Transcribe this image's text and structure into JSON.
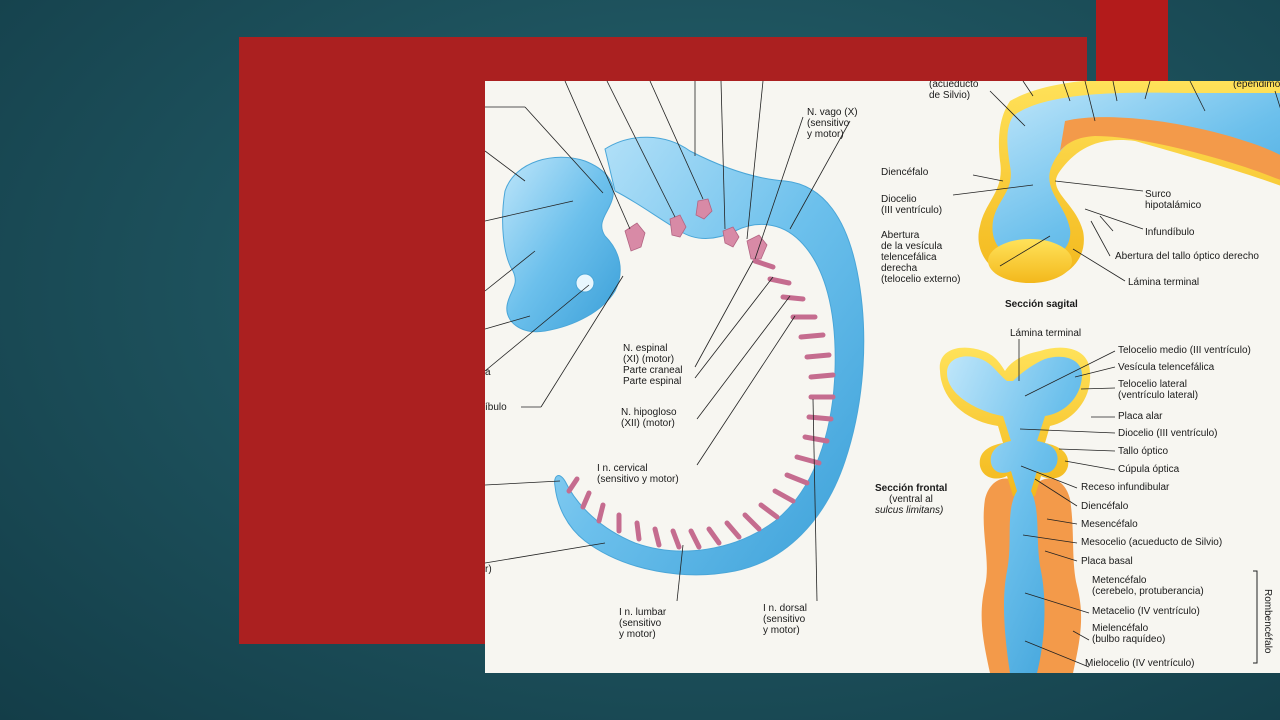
{
  "slide": {
    "accent_color": "#b31b1b"
  },
  "figure": {
    "labels": {
      "acueducto": "(acueducto\nde Silvio)",
      "ependimo": "(epéndimo)",
      "n_vago": "N. vago (X)\n(sensitivo\ny motor)",
      "diencefalo_top": "Diencéfalo",
      "diocelio_top": "Diocelio\n(III ventrículo)",
      "surco": "Surco\nhipotalámico",
      "infundibulo": "Infundíbulo",
      "abertura_vesicula": "Abertura\nde la vesícula\ntelencefálica\nderecha\n(telocelio externo)",
      "abertura_tallo": "Abertura del tallo óptico derecho",
      "lamina_top": "Lámina terminal",
      "seccion_sagital": "Sección sagital",
      "lamina_mid": "Lámina terminal",
      "telocelio_medio": "Telocelio medio (III ventrículo)",
      "vesicula_tel": "Vesícula telencefálica",
      "telocelio_lateral": "Telocelio lateral\n(ventrículo lateral)",
      "placa_alar": "Placa alar",
      "diocelio_mid": "Diocelio (III ventrículo)",
      "tallo_optico": "Tallo óptico",
      "cupula_optica": "Cúpula óptica",
      "receso": "Receso infundibular",
      "diencefalo_mid": "Diencéfalo",
      "mesencefalo": "Mesencéfalo",
      "mesocelio": "Mesocelio (acueducto de Silvio)",
      "placa_basal": "Placa basal",
      "metencefalo": "Metencéfalo\n(cerebelo, protuberancia)",
      "metacelio": "Metacelio (IV ventrículo)",
      "mielencefalo": "Mielencéfalo\n(bulbo raquídeo)",
      "mielocelio": "Mielocelio (IV ventrículo)",
      "rombencefalo": "Rombencéfalo",
      "seccion_frontal": "Sección frontal",
      "ventral_al": "(ventral al",
      "sulcus": "sulcus limitans)",
      "n_espinal": "N. espinal\n(XI) (motor)\nParte craneal\nParte espinal",
      "n_hipogloso": "N. hipogloso\n(XII) (motor)",
      "cervical": "I n. cervical\n(sensitivo y motor)",
      "lumbar": "I n. lumbar\n(sensitivo\ny motor)",
      "dorsal": "I n. dorsal\n(sensitivo\ny motor)",
      "bulo": "íbulo",
      "a_frag": "a",
      "r_frag": "r)"
    }
  }
}
